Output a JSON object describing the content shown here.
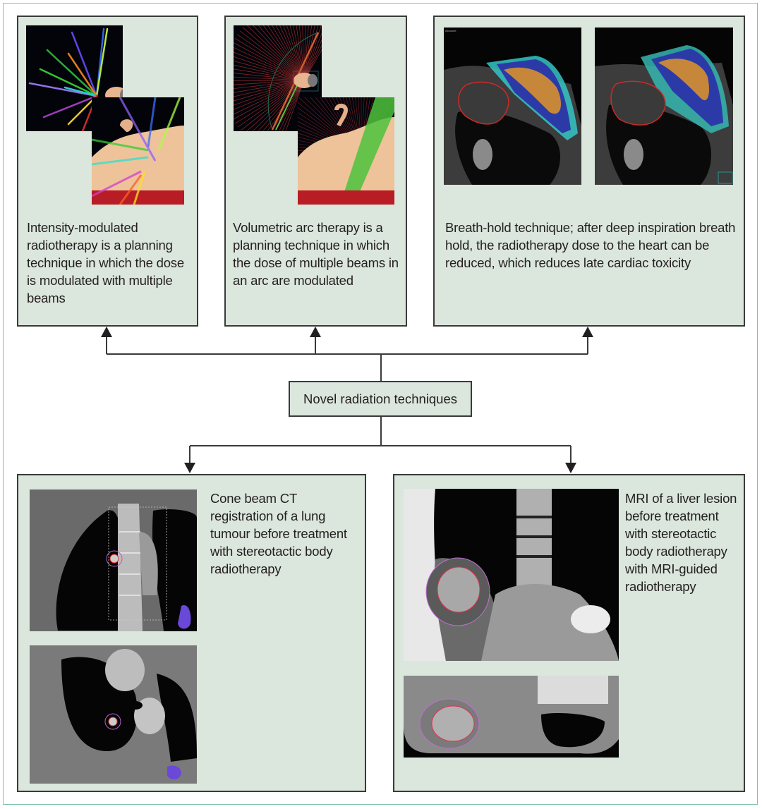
{
  "diagram": {
    "center_node": {
      "label": "Novel radiation techniques"
    },
    "top_nodes": [
      {
        "id": "imrt",
        "caption": "Intensity-modulated radiotherapy is a planning technique in which the dose is modulated with multiple beams",
        "images": [
          "IMRT beam arrangement 3D view (overview)",
          "IMRT beam arrangement 3D view (close-up)"
        ]
      },
      {
        "id": "vmat",
        "caption": "Volumetric arc therapy is a planning technique in which the dose of multiple beams in an arc are modulated",
        "images": [
          "VMAT arc beam 3D view (overview)",
          "VMAT arc beam 3D view (close-up)"
        ]
      },
      {
        "id": "breath-hold",
        "caption": "Breath-hold technique; after deep inspiration breath hold, the radiotherapy dose to the heart can be reduced, which reduces late cardiac toxicity",
        "images": [
          "Axial CT dose distribution free breathing",
          "Axial CT dose distribution deep inspiration breath hold"
        ]
      }
    ],
    "bottom_nodes": [
      {
        "id": "cbct",
        "caption": "Cone beam CT registration of a lung tumour before treatment with stereotactic body radiotherapy",
        "images": [
          "Coronal cone beam CT of lung tumour",
          "Axial cone beam CT of lung tumour"
        ]
      },
      {
        "id": "mri",
        "caption": "MRI of a liver lesion before treatment with stereotactic body radiotherapy with MRI-guided radiotherapy",
        "images": [
          "Coronal MRI of liver lesion",
          "Axial MRI of liver lesion"
        ]
      }
    ],
    "colors": {
      "box_fill": "#dbe6dc",
      "box_border": "#3a3a3a",
      "frame_border": "#7fc4a8",
      "target_contour": "#e0334a",
      "margin_contour": "#c070d0",
      "organ_at_risk": "#6a48d8"
    }
  }
}
